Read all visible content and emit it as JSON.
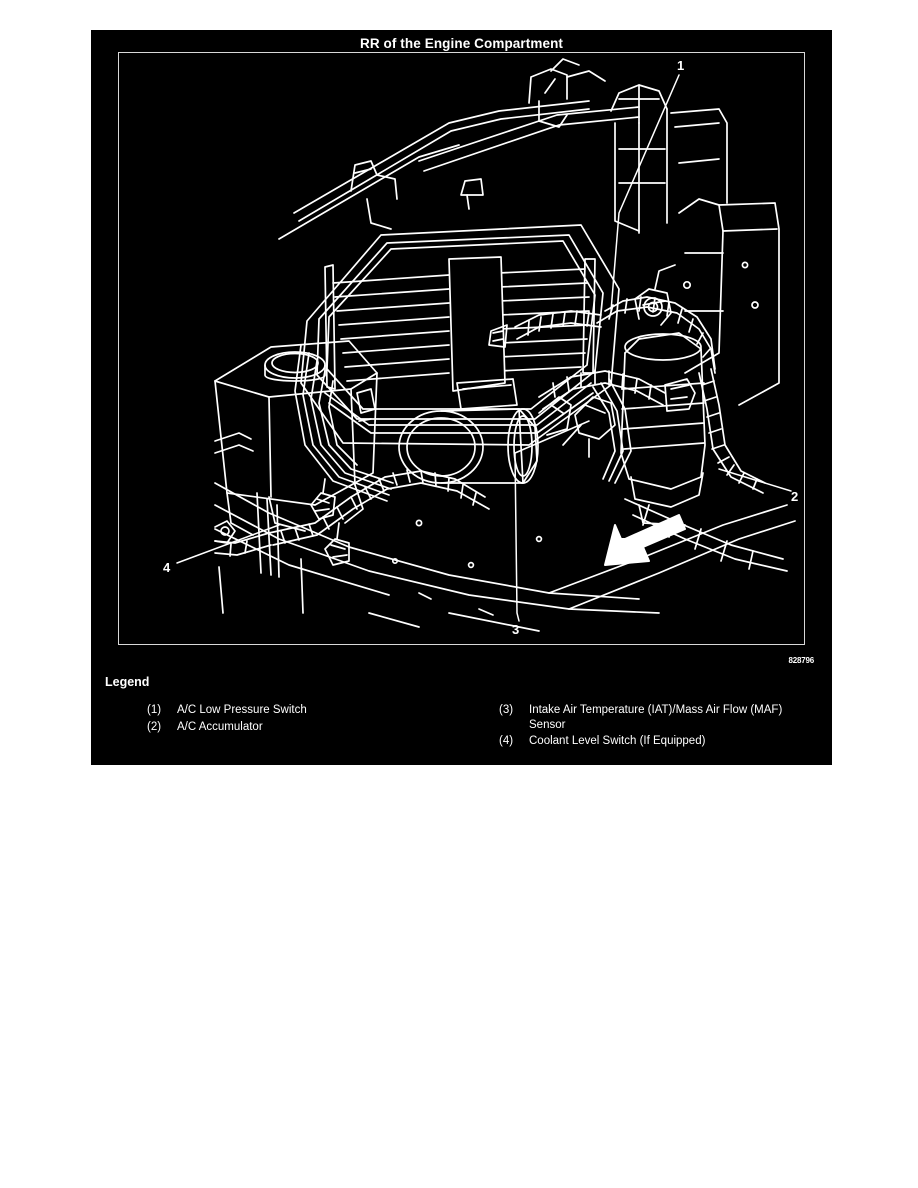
{
  "figure": {
    "title": "RR of the Engine Compartment",
    "reference_number": "828796",
    "background_color": "#000000",
    "line_color": "#ffffff"
  },
  "legend": {
    "heading": "Legend",
    "left_column": [
      {
        "number": "(1)",
        "text": "A/C Low Pressure Switch"
      },
      {
        "number": "(2)",
        "text": "A/C Accumulator"
      }
    ],
    "right_column": [
      {
        "number": "(3)",
        "text": "Intake Air Temperature (IAT)/Mass Air Flow (MAF) Sensor"
      },
      {
        "number": "(4)",
        "text": "Coolant Level Switch (If Equipped)"
      }
    ]
  },
  "callouts": [
    {
      "id": "1",
      "label": "1",
      "target": "A/C Low Pressure Switch"
    },
    {
      "id": "2",
      "label": "2",
      "target": "A/C Accumulator"
    },
    {
      "id": "3",
      "label": "3",
      "target": "Intake Air Temperature (IAT)/Mass Air Flow (MAF) Sensor"
    },
    {
      "id": "4",
      "label": "4",
      "target": "Coolant Level Switch (If Equipped)"
    }
  ],
  "diagram": {
    "description": "Line-art illustration of the right rear of the engine compartment showing the air cleaner / intake manifold assembly, throttle body, A/C accumulator canister, coolant reservoir and wiring harness conduits, with a directional arrow indicating vehicle forward direction."
  }
}
